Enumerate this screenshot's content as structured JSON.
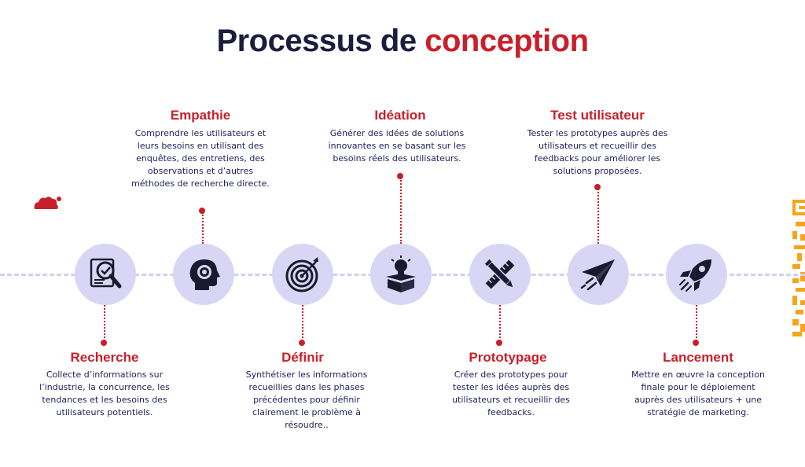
{
  "title": {
    "main": "Processus de",
    "accent": "conception"
  },
  "steps": [
    {
      "id": "recherche",
      "title": "Recherche",
      "icon": "research-magnifier-icon",
      "description": "Collecte d’informations sur l’industrie, la concurrence, les tendances et les besoins des utilisateurs potentiels."
    },
    {
      "id": "empathie",
      "title": "Empathie",
      "icon": "head-gear-icon",
      "description": "Comprendre les utilisateurs et leurs besoins en utilisant des enquêtes, des entretiens, des observations et d’autres méthodes de recherche directe."
    },
    {
      "id": "definir",
      "title": "Définir",
      "icon": "target-icon",
      "description": "Synthétiser les informations recueillies dans les phases précédentes pour définir clairement le problème à résoudre.."
    },
    {
      "id": "ideation",
      "title": "Idéation",
      "icon": "lightbulb-box-icon",
      "description": "Générer des idées de solutions innovantes en se basant sur les besoins réels des utilisateurs."
    },
    {
      "id": "prototypage",
      "title": "Prototypage",
      "icon": "pencil-ruler-icon",
      "description": "Créer des prototypes pour tester les idées auprès des utilisateurs et recueillir des feedbacks."
    },
    {
      "id": "test",
      "title": "Test utilisateur",
      "icon": "paper-plane-icon",
      "description": "Tester les prototypes auprès des utilisateurs et recueillir des feedbacks pour améliorer les solutions proposées."
    },
    {
      "id": "lancement",
      "title": "Lancement",
      "icon": "rocket-icon",
      "description": "Mettre en œuvre la conception finale pour le déploiement auprès des utilisateurs + une stratégie de marketing."
    }
  ],
  "colors": {
    "accent": "#c8202a",
    "navy": "#1c1c3f",
    "circle": "#d9d6f5",
    "qr": "#f4a51c"
  }
}
